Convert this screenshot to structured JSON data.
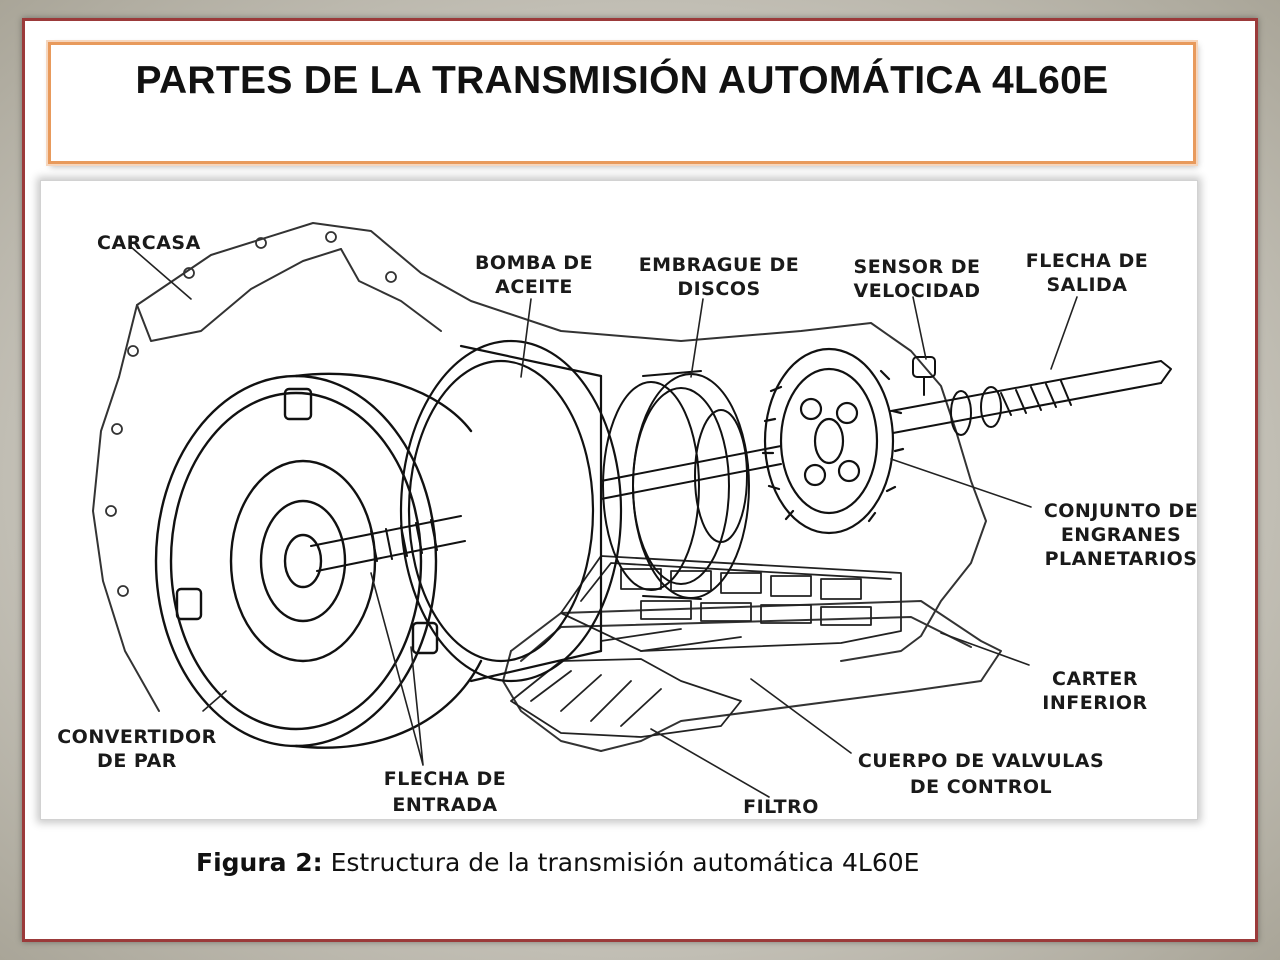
{
  "title": "PARTES  DE LA TRANSMISIÓN AUTOMÁTICA 4L60E",
  "diagram": {
    "labels": {
      "carcasa": "CARCASA",
      "bomba_1": "BOMBA DE",
      "bomba_2": "ACEITE",
      "embrague_1": "EMBRAGUE DE",
      "embrague_2": "DISCOS",
      "sensor_1": "SENSOR DE",
      "sensor_2": "VELOCIDAD",
      "flecha_salida_1": "FLECHA DE",
      "flecha_salida_2": "SALIDA",
      "conjunto_1": "CONJUNTO DE",
      "conjunto_2": "ENGRANES",
      "conjunto_3": "PLANETARIOS",
      "carter_1": "CARTER",
      "carter_2": "INFERIOR",
      "cuerpo_1": "CUERPO DE VALVULAS",
      "cuerpo_2": "DE CONTROL",
      "filtro": "FILTRO",
      "flecha_entrada_1": "FLECHA DE",
      "flecha_entrada_2": "ENTRADA",
      "convertidor_1": "CONVERTIDOR",
      "convertidor_2": "DE PAR"
    }
  },
  "caption": {
    "prefix": "Figura 2:",
    "text": " Estructura  de  la transmisión automática 4L60E"
  }
}
